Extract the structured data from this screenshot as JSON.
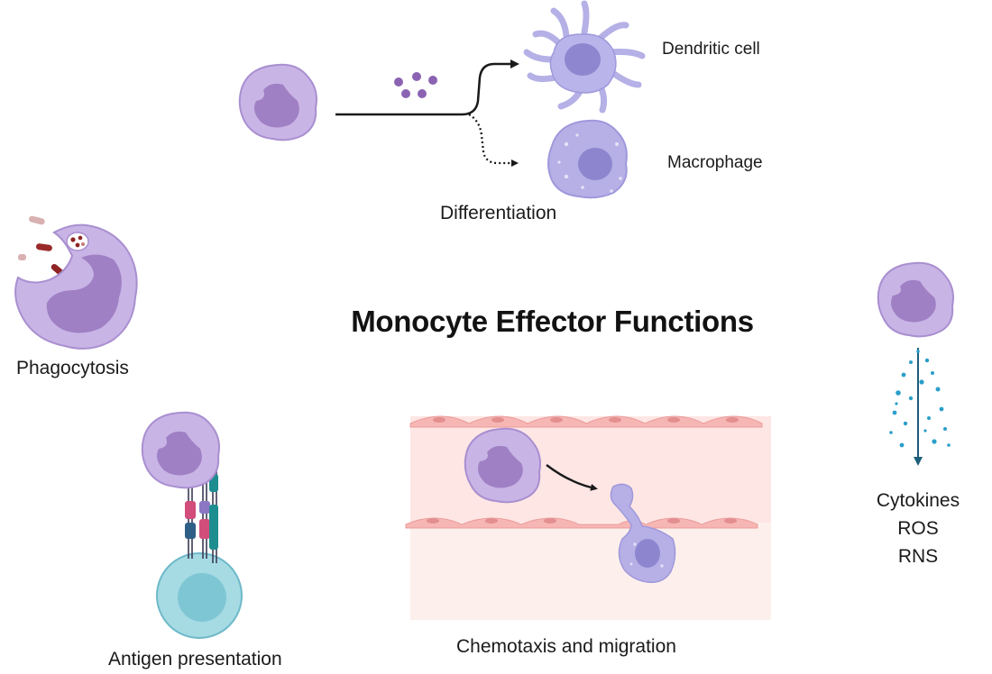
{
  "title": "Monocyte Effector Functions",
  "labels": {
    "dendritic_cell": "Dendritic cell",
    "macrophage": "Macrophage",
    "differentiation": "Differentiation",
    "phagocytosis": "Phagocytosis",
    "antigen_presentation": "Antigen presentation",
    "chemotaxis": "Chemotaxis and migration"
  },
  "cytokine_labels": [
    "Cytokines",
    "ROS",
    "RNS"
  ],
  "colors": {
    "monocyte_fill": "#c9b4e6",
    "monocyte_edge": "#a98fd0",
    "nucleus_fill": "#9f80c4",
    "dendritic_fill": "#b9b4ea",
    "macrophage_fill": "#b6b0e6",
    "vessel_fill": "#fde6e4",
    "endothelial_fill": "#f6b6b4",
    "tcell_fill": "#a6dbe4",
    "cytokine_dot": "#2a9fc9",
    "arrow": "#1a1a1a"
  },
  "icons": [
    "monocyte-icon",
    "dendritic-cell-icon",
    "macrophage-icon",
    "bacteria-icon",
    "t-cell-icon",
    "receptor-icon",
    "blood-vessel-icon"
  ]
}
